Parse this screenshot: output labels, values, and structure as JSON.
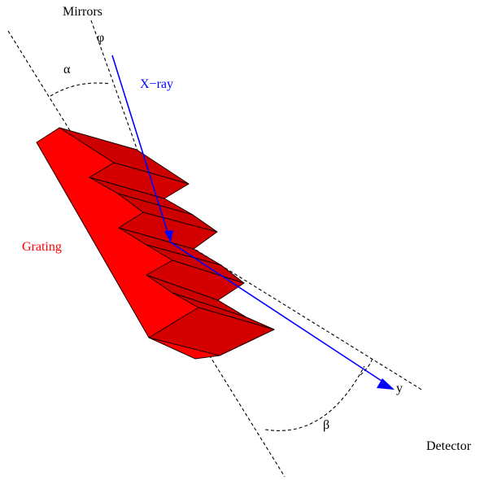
{
  "labels": {
    "mirrors": "Mirrors",
    "phi": "φ",
    "alpha": "α",
    "xray": "X−ray",
    "grating": "Grating",
    "beta": "β",
    "y": "y",
    "detector": "Detector"
  },
  "colors": {
    "xray": "#0000ff",
    "grating": "#ff0000",
    "grating_facets": "#cc0000",
    "guides": "#000000"
  }
}
